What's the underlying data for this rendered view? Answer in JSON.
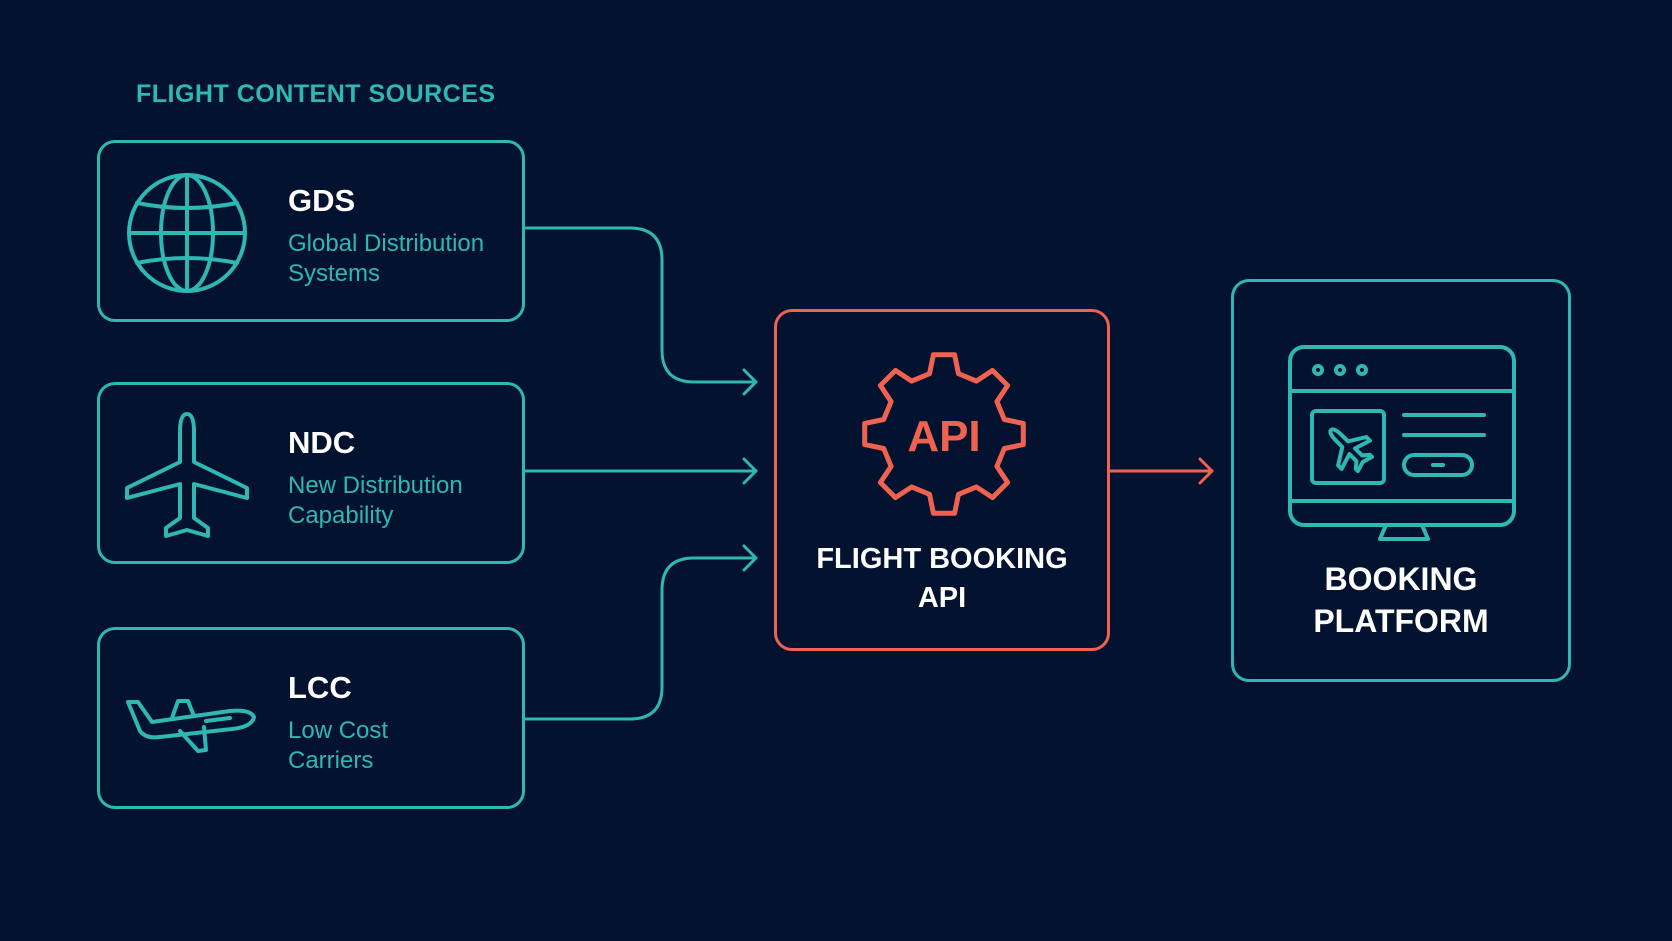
{
  "section_title": "FLIGHT CONTENT SOURCES",
  "sources": [
    {
      "title": "GDS",
      "line1": "Global Distribution",
      "line2": "Systems",
      "icon": "globe-icon"
    },
    {
      "title": "NDC",
      "line1": "New Distribution",
      "line2": "Capability",
      "icon": "airplane-icon"
    },
    {
      "title": "LCC",
      "line1": "Low Cost",
      "line2": "Carriers",
      "icon": "jet-side-icon"
    }
  ],
  "api": {
    "icon_text": "API",
    "line1": "FLIGHT BOOKING",
    "line2": "API",
    "icon": "gear-icon"
  },
  "platform": {
    "line1": "BOOKING",
    "line2": "PLATFORM",
    "icon": "monitor-icon"
  },
  "colors": {
    "background": "#03122f",
    "teal": "#2eb7b3",
    "coral": "#ef6250",
    "text": "#ffffff"
  }
}
